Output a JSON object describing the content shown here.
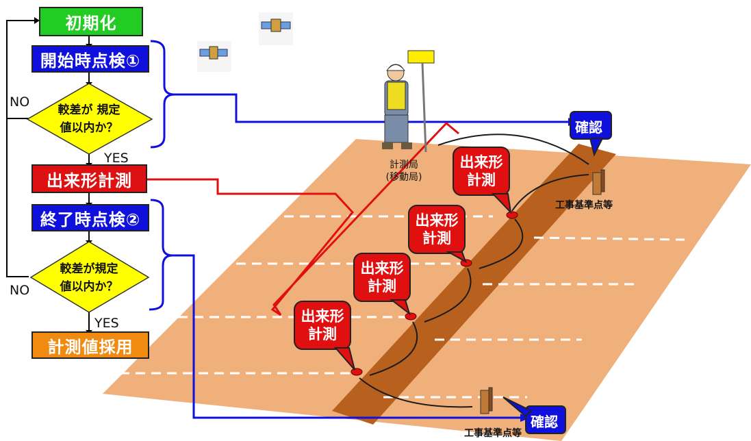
{
  "flowchart": {
    "init": "初期化",
    "start_check": "開始時点検①",
    "decision1_line1": "較差が 規定",
    "decision1_line2": "値以内か？",
    "no1": "NO",
    "yes1": "YES",
    "measure": "出来形計測",
    "end_check": "終了時点検②",
    "decision2_line1": "較差が規定",
    "decision2_line2": "値以内か？",
    "no2": "NO",
    "yes2": "YES",
    "adopt": "計測値採用"
  },
  "scene": {
    "rover_line1": "計測局",
    "rover_line2": "(移動局)",
    "benchmark_top": "工事基準点等",
    "benchmark_bottom": "工事基準点等",
    "confirm_top": "確認",
    "confirm_bottom": "確認",
    "callouts": [
      {
        "line1": "出来形",
        "line2": "計測"
      },
      {
        "line1": "出来形",
        "line2": "計測"
      },
      {
        "line1": "出来形",
        "line2": "計測"
      },
      {
        "line1": "出来形",
        "line2": "計測"
      }
    ]
  },
  "colors": {
    "init": "#22cc22",
    "check": "#1010dd",
    "measure": "#dd1111",
    "adopt": "#f08a10",
    "decision": "#ffff00",
    "ground": "#f0b07c",
    "strip": "#b8611f",
    "confirm": "#1010dd"
  }
}
